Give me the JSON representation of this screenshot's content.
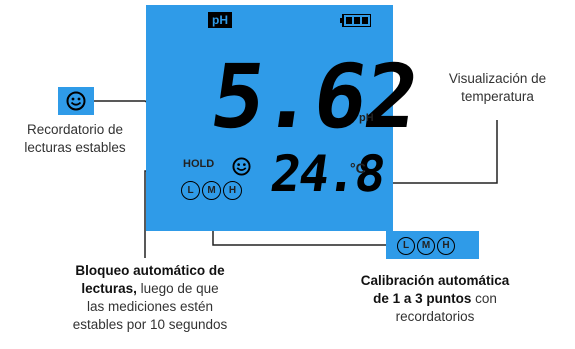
{
  "display": {
    "ph_badge": "pH",
    "main_reading": "5.62",
    "main_unit": "pH",
    "temp_reading": "24.8",
    "temp_unit": "°C",
    "hold_label": "HOLD",
    "cal_letters": [
      "L",
      "M",
      "H"
    ]
  },
  "legend_box": {
    "cal_letters": [
      "L",
      "M",
      "H"
    ]
  },
  "callouts": {
    "temperature": {
      "line1": "Visualización de",
      "line2": "temperatura"
    },
    "stable": {
      "line1": "Recordatorio de",
      "line2": "lecturas estables"
    },
    "hold": {
      "bold1": "Bloqueo automático de",
      "bold2": "lecturas,",
      "rest2": " luego de que",
      "line3": "las mediciones estén",
      "line4": "estables por 10 segundos"
    },
    "calibration": {
      "bold1": "Calibración automática",
      "bold2": "de 1 a 3 puntos",
      "rest2": " con",
      "line3": "recordatorios"
    }
  },
  "colors": {
    "screen": "#2f9be8",
    "segment": "#000000",
    "text": "#333333"
  }
}
